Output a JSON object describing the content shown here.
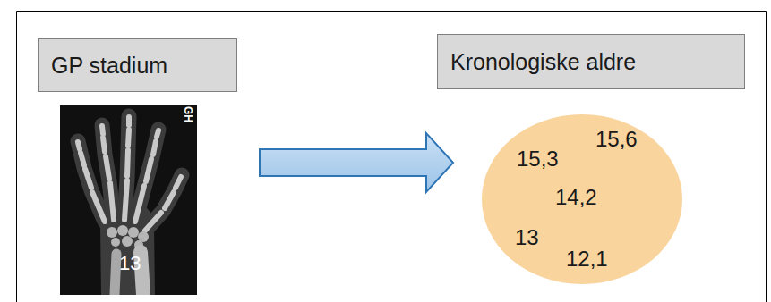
{
  "diagram": {
    "nodes": [
      {
        "text": [
          "GP stadium"
        ]
      },
      {
        "text": [
          "Kronologiske aldre"
        ]
      },
      {
        "text": [
          "13"
        ]
      },
      {
        "text": [
          "15,3",
          "15,6",
          "14,2",
          "13",
          "12,1"
        ]
      }
    ],
    "edges": [
      {
        "from": 2,
        "to": 3,
        "arrow": "to"
      }
    ],
    "labels": [
      "GH"
    ]
  }
}
